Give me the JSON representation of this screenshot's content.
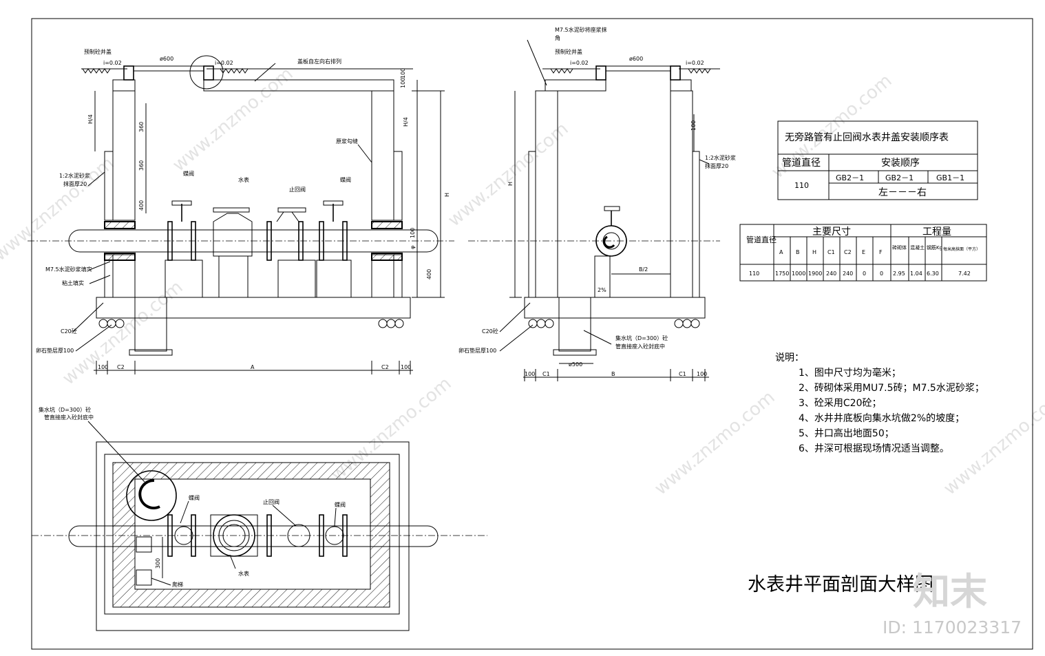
{
  "drawing": {
    "title": "水表井平面剖面大样图",
    "id_text": "ID: 1170023317",
    "watermark": "www.znzmo.com",
    "brand_mark": "知末"
  },
  "front_section": {
    "label_precast_cover": "预制砼井盖",
    "label_slope_left": "i=0.02",
    "label_slope_right": "i=0.02",
    "label_diam_600": "ø600",
    "label_cover_plate": "盖板自左向右排列",
    "dim_100_a": "100",
    "dim_100_b": "100",
    "dim_h4_left": "H/4",
    "dim_h4_right": "H/4",
    "dim_360_a": "360",
    "dim_360_b": "360",
    "dim_400_a": "400",
    "dim_400_b": "400",
    "dim_h": "H",
    "dim_100_pipe": "100",
    "dim_phi": "φ",
    "label_plaster": "1:2水泥砂浆",
    "label_plaster_thickness": "抹面厚20",
    "label_raw_joint": "原浆勾缝",
    "label_valve_left": "蝶阀",
    "label_meter": "水表",
    "label_check_valve": "止回阀",
    "label_valve_right": "蝶阀",
    "label_m75_fill": "M7.5水泥砂浆填实",
    "label_clay_fill": "粘土填实",
    "label_c20": "C20砼",
    "label_gravel": "卵石垫层厚100",
    "dim_bottom_100_l": "100",
    "dim_bottom_c2_l": "C2",
    "dim_bottom_a": "A",
    "dim_bottom_c2_r": "C2",
    "dim_bottom_100_r": "100"
  },
  "side_section": {
    "label_m75_note_1": "M7.5水泥砂将座浆抹",
    "label_m75_note_2": "角",
    "label_precast_cover": "预制砼井盖",
    "label_slope_left": "i=0.02",
    "label_slope_right": "i=0.02",
    "label_diam_600": "ø600",
    "dim_100": "100",
    "dim_h": "H",
    "label_plaster": "1:2水泥砂浆",
    "label_plaster_thickness": "抹面厚20",
    "dim_b2": "B/2",
    "label_slope_2pct": "2%",
    "label_c20": "C20砼",
    "label_gravel": "卵石垫层厚100",
    "label_sump_1": "集水坑（D=300）砼",
    "label_sump_2": "管直接座入砼封底中",
    "dim_500": "ø500",
    "dim_100_l": "100",
    "dim_c1_l": "C1",
    "dim_b": "B",
    "dim_c1_r": "C1",
    "dim_100_r": "100"
  },
  "plan_view": {
    "label_sump_1": "集水坑（D=300）砼",
    "label_sump_2": "管直接座入砼封底中",
    "label_valve_left": "蝶阀",
    "label_check_valve": "止回阀",
    "label_valve_right": "蝶阀",
    "label_meter": "水表",
    "label_ladder": "爬梯",
    "dim_300": "300"
  },
  "sequence_table": {
    "title": "无旁路管有止回阀水表井盖安装顺序表",
    "col_diameter": "管道直径",
    "col_sequence": "安装顺序",
    "diameter": "110",
    "seq_1": "GB2－1",
    "seq_2": "GB2－1",
    "seq_3": "GB1－1",
    "direction": "左－－－右"
  },
  "dimension_table": {
    "col_diameter": "管道直径",
    "group_dimensions": "主要尺寸",
    "group_quantities": "工程量",
    "headers": [
      "A",
      "B",
      "H",
      "C1",
      "C2",
      "E",
      "F",
      "砖砌体",
      "混凝土",
      "钢筋Kg",
      "每米高抹面（平方）"
    ],
    "row": [
      "110",
      "1750",
      "1000",
      "1900",
      "240",
      "240",
      "0",
      "0",
      "2.95",
      "1.04",
      "6.30",
      "7.42"
    ]
  },
  "notes": {
    "heading": "说明：",
    "items": [
      "1、图中尺寸均为毫米；",
      "2、砖砌体采用MU7.5砖；M7.5水泥砂浆；",
      "3、砼采用C20砼；",
      "4、水井井底板向集水坑做2%的坡度；",
      "5、井口高出地面50；",
      "6、井深可根据现场情况适当调整。"
    ]
  }
}
